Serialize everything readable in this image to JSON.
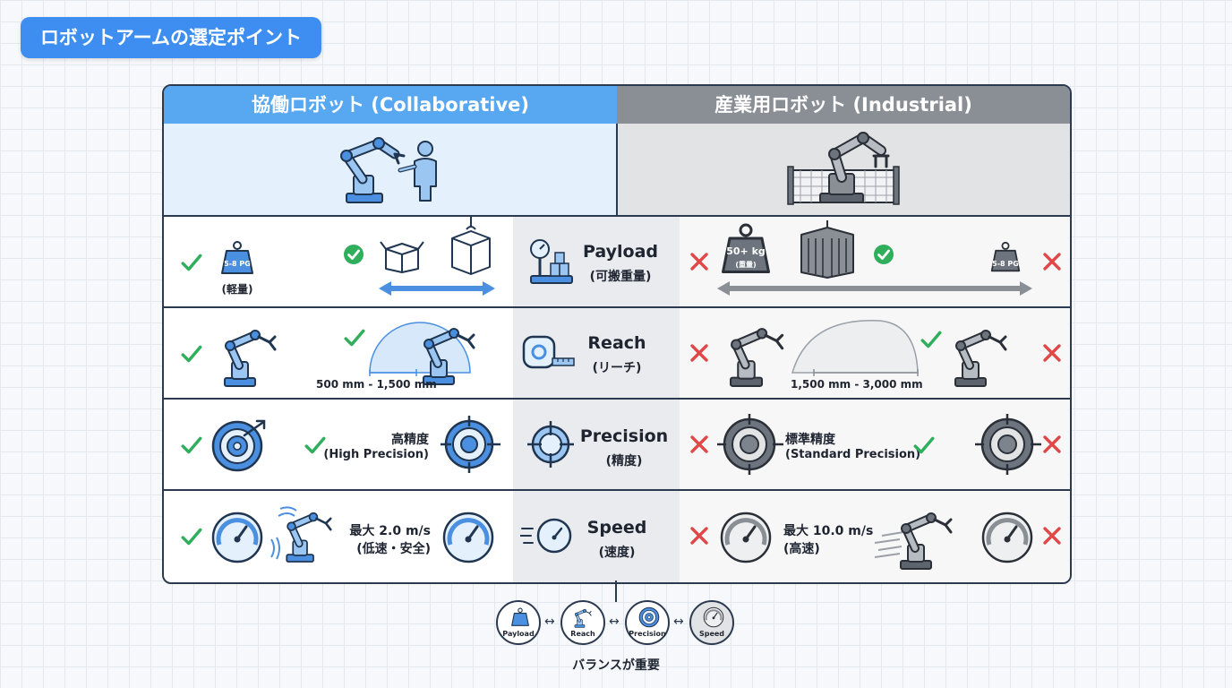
{
  "page_title": "ロボットアームの選定ポイント",
  "columns": {
    "collaborative": "協働ロボット (Collaborative)",
    "industrial": "産業用ロボット (Industrial)"
  },
  "rows": {
    "payload": {
      "label": "Payload",
      "sub": "(可搬重量)",
      "left_weight_text": "5-8 PG",
      "left_caption": "(軽量)",
      "right_weight_text": "50+ kg",
      "right_weight_sub": "(重量)",
      "right_small_weight_text": "5-8 PG"
    },
    "reach": {
      "label": "Reach",
      "sub": "(リーチ)",
      "left_range": "500 mm - 1,500 mm",
      "right_range": "1,500 mm - 3,000 mm"
    },
    "precision": {
      "label": "Precision",
      "sub": "(精度)",
      "left_text": "高精度",
      "left_text_en": "(High Precision)",
      "right_text": "標準精度",
      "right_text_en": "(Standard Precision)"
    },
    "speed": {
      "label": "Speed",
      "sub": "(速度)",
      "left_text": "最大 2.0 m/s",
      "left_text_sub": "(低速・安全)",
      "right_text": "最大 10.0 m/s",
      "right_text_sub": "(高速)"
    }
  },
  "footer": {
    "items": [
      "Payload",
      "Reach",
      "Precision",
      "Speed"
    ],
    "arrow": "↔",
    "caption": "バランスが重要"
  },
  "colors": {
    "accent_blue": "#3d8ef0",
    "collab_header": "#58a7f1",
    "industrial_header": "#8a8f96",
    "check_green": "#2fae5c",
    "cross_red": "#e04848"
  },
  "icons": [
    "check-icon",
    "cross-icon",
    "weight-icon",
    "box-icon",
    "container-icon",
    "robot-arm-icon",
    "person-icon",
    "fence-icon",
    "tape-measure-icon",
    "target-icon",
    "crosshair-icon",
    "speedometer-icon",
    "scale-icon"
  ]
}
